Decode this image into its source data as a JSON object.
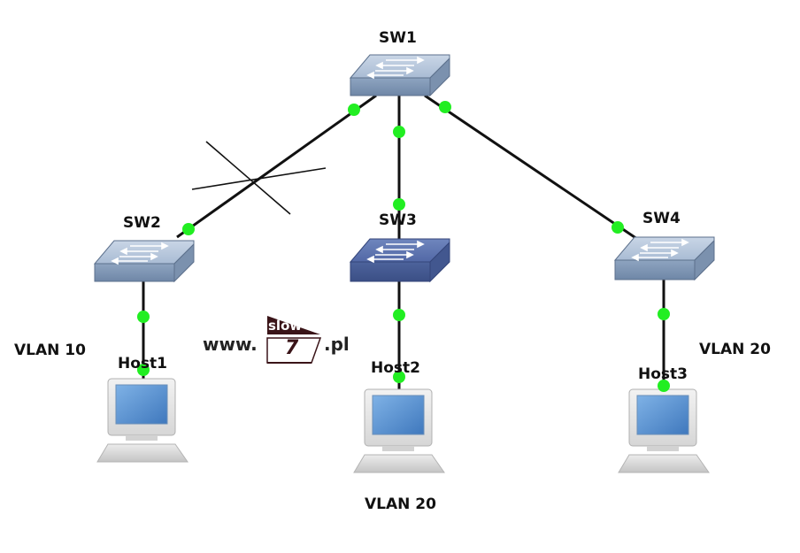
{
  "switches": [
    {
      "id": "sw1",
      "label": "SW1",
      "highlighted": false
    },
    {
      "id": "sw2",
      "label": "SW2",
      "highlighted": false
    },
    {
      "id": "sw3",
      "label": "SW3",
      "highlighted": true
    },
    {
      "id": "sw4",
      "label": "SW4",
      "highlighted": false
    }
  ],
  "hosts": [
    {
      "id": "host1",
      "label": "Host1",
      "vlan": "VLAN 10"
    },
    {
      "id": "host2",
      "label": "Host2",
      "vlan": "VLAN 20"
    },
    {
      "id": "host3",
      "label": "Host3",
      "vlan": "VLAN 20"
    }
  ],
  "links": [
    {
      "from": "SW1",
      "to": "SW2",
      "status": "blocked"
    },
    {
      "from": "SW1",
      "to": "SW3",
      "status": "up"
    },
    {
      "from": "SW1",
      "to": "SW4",
      "status": "up"
    },
    {
      "from": "SW2",
      "to": "Host1",
      "status": "up"
    },
    {
      "from": "SW3",
      "to": "Host2",
      "status": "up"
    },
    {
      "from": "SW4",
      "to": "Host3",
      "status": "up"
    }
  ],
  "watermark": {
    "prefix": "www.",
    "top_word": "slow",
    "number": "7",
    "suffix": ".pl"
  },
  "colors": {
    "link": "#111111",
    "port_up": "#22ee22",
    "switch_face": "#8fa8c4",
    "switch_face_highlight": "#5a73aa",
    "screen": "#4a86c8",
    "watermark_dark": "#3a1418"
  }
}
